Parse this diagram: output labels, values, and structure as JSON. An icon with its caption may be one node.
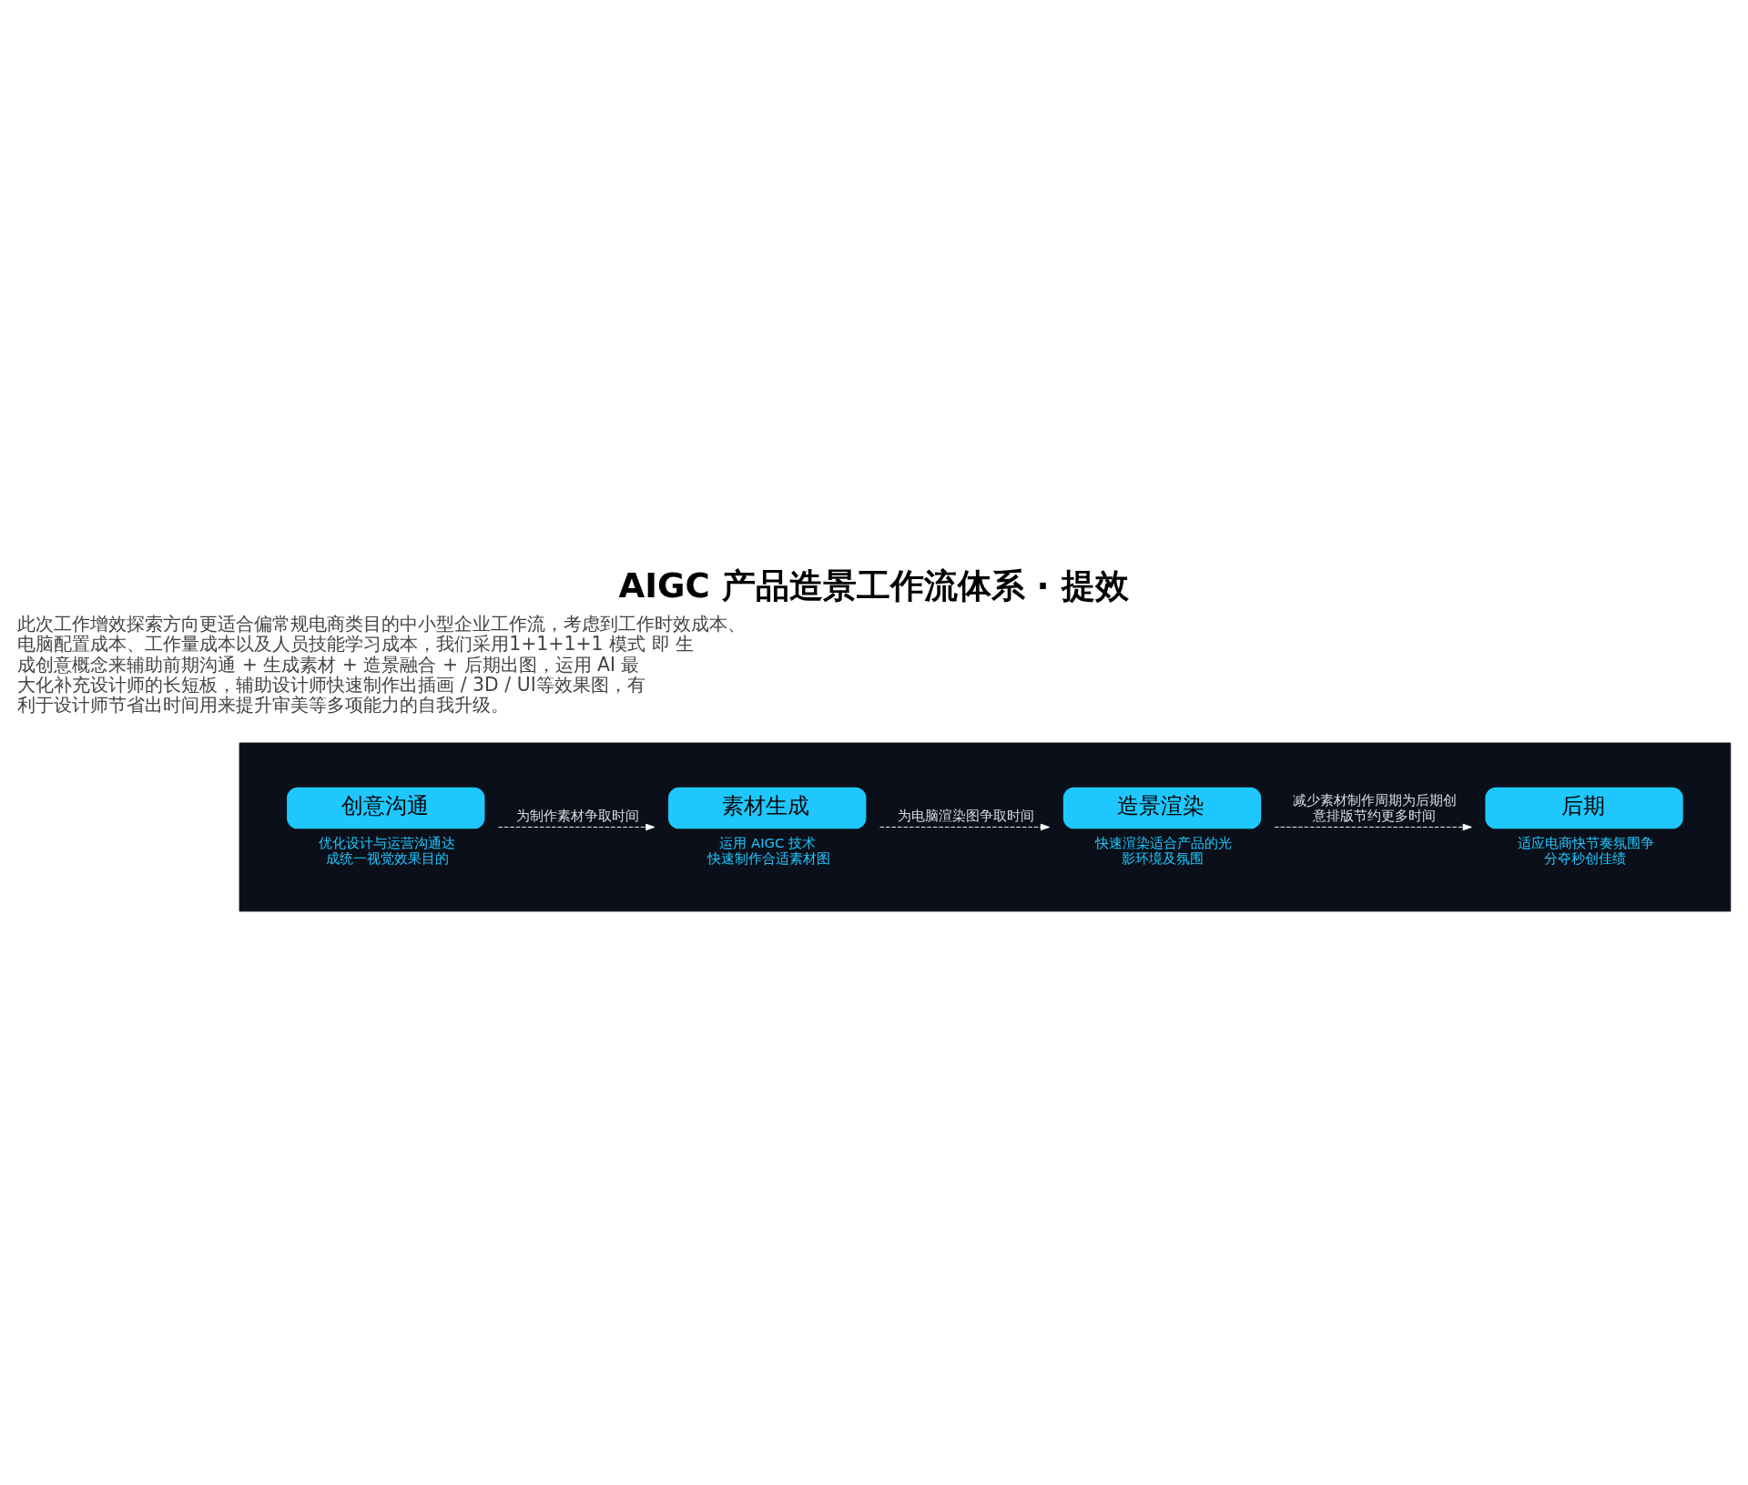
{
  "diagram": {
    "title": "AIGC 产品造景工作流体系 · 提效",
    "nodes": [
      {
        "text": [],
        "shape": "box"
      },
      {
        "text": [
          "创意沟通"
        ],
        "in": 0,
        "beside": [
          "优化设计与运营沟通达成统一视觉效果目的"
        ]
      },
      {
        "text": [
          "素材生成"
        ],
        "in": 0,
        "beside": [
          "运用 AIGC 技术快速制作合适素材图"
        ]
      },
      {
        "text": [
          "造景渲染"
        ],
        "in": 0,
        "beside": [
          "快速渲染适合产品的光影环境及氛围"
        ]
      },
      {
        "text": [
          "后期"
        ],
        "in": 0,
        "beside": [
          "适应电商快节奏氛围争分夺秒创佳绩"
        ]
      }
    ],
    "edges": [
      {
        "from": 1,
        "to": 2,
        "arrow": "to",
        "style": "dashed",
        "label": "为制作素材争取时间"
      },
      {
        "from": 2,
        "to": 3,
        "arrow": "to",
        "style": "dashed",
        "label": "为电脑渲染图争取时间"
      },
      {
        "from": 3,
        "to": 4,
        "arrow": "to",
        "style": "dashed",
        "label": "减少素材制作周期为后期创意排版节约更多时间"
      }
    ],
    "labels": [
      "此次工作增效探索方向更适合偏常规电商类目的中小型企业工作流，考虑到工作时效成本、电脑配置成本、工作量成本以及人员技能学习成本，我们采用1+1+1+1 模式 即 生成创意概念来辅助前期沟通 + 生成素材 + 造景融合 + 后期出图，运用 AI 最大化补充设计师的长短板，辅助设计师快速制作出插画 / 3D / UI等效果图，有利于设计师节省出时间用来提升审美等多项能力的自我升级。"
    ]
  }
}
